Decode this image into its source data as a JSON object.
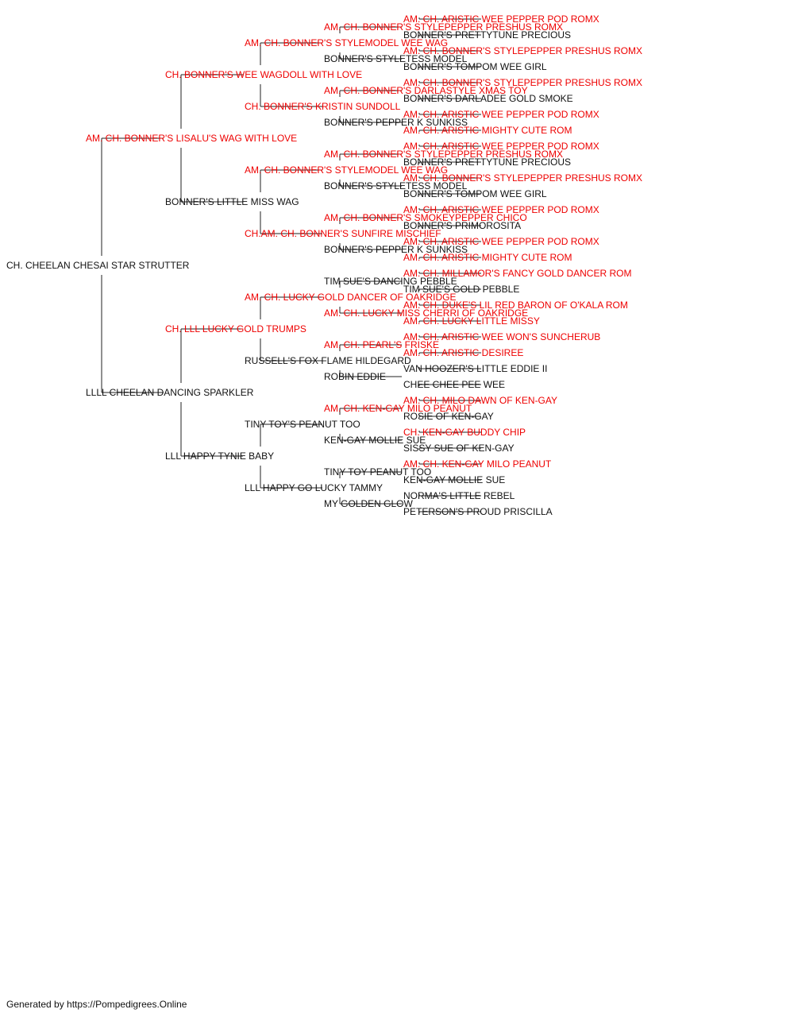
{
  "colors": {
    "titled": "#ee0000",
    "plain": "#111111",
    "line": "#222222"
  },
  "pedigree": {
    "name": "CH. CHEELAN CHESAI STAR STRUTTER",
    "titled": false,
    "sire": {
      "name": "AM. CH. BONNER'S LISALU'S WAG WITH LOVE",
      "titled": true,
      "sire": {
        "name": "CH. BONNER'S WEE WAGDOLL WITH LOVE",
        "titled": true,
        "sire": {
          "name": "AM. CH. BONNER'S STYLEMODEL WEE WAG",
          "titled": true,
          "sire": {
            "name": "AM. CH. BONNER'S STYLEPEPPER PRESHUS ROMX",
            "titled": true,
            "sire": {
              "name": "AM. CH. ARISTIC WEE PEPPER POD ROMX",
              "titled": true
            },
            "dam": {
              "name": "BONNER'S PRETTYTUNE PRECIOUS",
              "titled": false
            }
          },
          "dam": {
            "name": "BONNER'S STYLETESS MODEL",
            "titled": false,
            "sire": {
              "name": "AM. CH. BONNER'S STYLEPEPPER PRESHUS ROMX",
              "titled": true
            },
            "dam": {
              "name": "BONNER'S TOMPOM WEE GIRL",
              "titled": false
            }
          }
        },
        "dam": {
          "name": "CH. BONNER'S KRISTIN SUNDOLL",
          "titled": true,
          "sire": {
            "name": "AM. CH. BONNER'S DARLASTYLE XMAS TOY",
            "titled": true,
            "sire": {
              "name": "AM. CH. BONNER'S STYLEPEPPER PRESHUS ROMX",
              "titled": true
            },
            "dam": {
              "name": "BONNER'S DARLADEE GOLD SMOKE",
              "titled": false
            }
          },
          "dam": {
            "name": "BONNER'S PEPPER K SUNKISS",
            "titled": false,
            "sire": {
              "name": "AM. CH. ARISTIC WEE PEPPER POD ROMX",
              "titled": true
            },
            "dam": {
              "name": "AM. CH. ARISTIC MIGHTY CUTE ROM",
              "titled": true
            }
          }
        }
      },
      "dam": {
        "name": "BONNER'S LITTLE MISS WAG",
        "titled": false,
        "sire": {
          "name": "AM. CH. BONNER'S STYLEMODEL WEE WAG",
          "titled": true,
          "sire": {
            "name": "AM. CH. BONNER'S STYLEPEPPER PRESHUS ROMX",
            "titled": true,
            "sire": {
              "name": "AM. CH. ARISTIC WEE PEPPER POD ROMX",
              "titled": true
            },
            "dam": {
              "name": "BONNER'S PRETTYTUNE PRECIOUS",
              "titled": false
            }
          },
          "dam": {
            "name": "BONNER'S STYLETESS MODEL",
            "titled": false,
            "sire": {
              "name": "AM. CH. BONNER'S STYLEPEPPER PRESHUS ROMX",
              "titled": true
            },
            "dam": {
              "name": "BONNER'S TOMPOM WEE GIRL",
              "titled": false
            }
          }
        },
        "dam": {
          "name": "CH.AM. CH. BONNER'S SUNFIRE MISCHIEF",
          "titled": true,
          "sire": {
            "name": "AM. CH. BONNER'S SMOKEYPEPPER CHICO",
            "titled": true,
            "sire": {
              "name": "AM. CH. ARISTIC WEE PEPPER POD ROMX",
              "titled": true
            },
            "dam": {
              "name": "BONNER'S PRIMOROSITA",
              "titled": false
            }
          },
          "dam": {
            "name": "BONNER'S PEPPER K SUNKISS",
            "titled": false,
            "sire": {
              "name": "AM. CH. ARISTIC WEE PEPPER POD ROMX",
              "titled": true
            },
            "dam": {
              "name": "AM. CH. ARISTIC MIGHTY CUTE ROM",
              "titled": true
            }
          }
        }
      }
    },
    "dam": {
      "name": "LLLL CHEELAN DANCING SPARKLER",
      "titled": false,
      "sire": {
        "name": "CH. LLL LUCKY GOLD TRUMPS",
        "titled": true,
        "sire": {
          "name": "AM. CH. LUCKY GOLD DANCER OF OAKRIDGE",
          "titled": true,
          "sire": {
            "name": "TIM SUE'S DANCING PEBBLE",
            "titled": false,
            "sire": {
              "name": "AM. CH. MILLAMOR'S FANCY GOLD DANCER ROM",
              "titled": true
            },
            "dam": {
              "name": "TIM SUE'S GOLD PEBBLE",
              "titled": false
            }
          },
          "dam": {
            "name": "AM. CH. LUCKY MISS CHERRI OF OAKRIDGE",
            "titled": true,
            "sire": {
              "name": "AM. CH. DUKE'S LIL RED BARON OF O'KALA ROM",
              "titled": true
            },
            "dam": {
              "name": "AM. CH. LUCKY LITTLE MISSY",
              "titled": true
            }
          }
        },
        "dam": {
          "name": "RUSSELL'S FOX FLAME HILDEGARD",
          "titled": false,
          "sire": {
            "name": "AM. CH. PEARL'S FRISKE",
            "titled": true,
            "sire": {
              "name": "AM. CH. ARISTIC WEE WON'S SUNCHERUB",
              "titled": true
            },
            "dam": {
              "name": "AM. CH. ARISTIC DESIREE",
              "titled": true
            }
          },
          "dam": {
            "name": "ROBIN EDDIE",
            "titled": false,
            "sire": {
              "name": "VAN HOOZER'S LITTLE EDDIE II",
              "titled": false
            },
            "dam": {
              "name": "CHEE CHEE PEE WEE",
              "titled": false
            }
          }
        }
      },
      "dam": {
        "name": "LLL HAPPY TYNIE BABY",
        "titled": false,
        "sire": {
          "name": "TINY TOY'S PEANUT TOO",
          "titled": false,
          "sire": {
            "name": "AM. CH. KEN-GAY MILO PEANUT",
            "titled": true,
            "sire": {
              "name": "AM. CH. MILO DAWN OF KEN-GAY",
              "titled": true
            },
            "dam": {
              "name": "ROSIE OF KEN-GAY",
              "titled": false
            }
          },
          "dam": {
            "name": "KEN-GAY MOLLIE SUE",
            "titled": false,
            "sire": {
              "name": "CH. KEN-GAY BUDDY CHIP",
              "titled": true
            },
            "dam": {
              "name": "SISSY SUE OF KEN-GAY",
              "titled": false
            }
          }
        },
        "dam": {
          "name": "LLL HAPPY GO LUCKY TAMMY",
          "titled": false,
          "sire": {
            "name": "TINY TOY PEANUT TOO",
            "titled": false,
            "sire": {
              "name": "AM. CH. KEN-GAY MILO PEANUT",
              "titled": true
            },
            "dam": {
              "name": "KEN-GAY MOLLIE SUE",
              "titled": false
            }
          },
          "dam": {
            "name": "MY GOLDEN GLOW",
            "titled": false,
            "sire": {
              "name": "NORMA'S LITTLE REBEL",
              "titled": false
            },
            "dam": {
              "name": "PETERSON'S PROUD PRISCILLA",
              "titled": false
            }
          }
        }
      }
    }
  },
  "footer": {
    "credit": "Generated by https://Pompedigrees.Online"
  }
}
